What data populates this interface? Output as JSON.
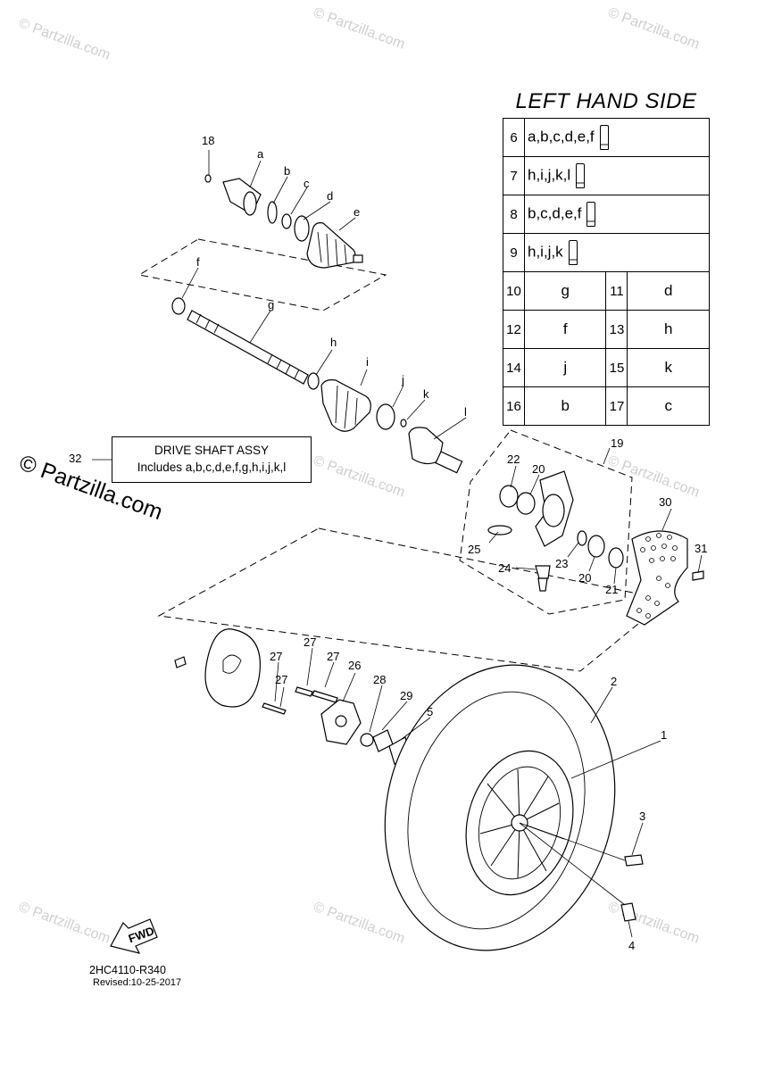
{
  "legend": {
    "title": "LEFT HAND SIDE",
    "wide_rows": [
      {
        "num": "6",
        "parts": "a,b,c,d,e,f"
      },
      {
        "num": "7",
        "parts": "h,i,j,k,l"
      },
      {
        "num": "8",
        "parts": "b,c,d,e,f"
      },
      {
        "num": "9",
        "parts": "h,i,j,k"
      }
    ],
    "pair_rows": [
      {
        "left_num": "10",
        "left_part": "g",
        "right_num": "11",
        "right_part": "d"
      },
      {
        "left_num": "12",
        "left_part": "f",
        "right_num": "13",
        "right_part": "h"
      },
      {
        "left_num": "14",
        "left_part": "j",
        "right_num": "15",
        "right_part": "k"
      },
      {
        "left_num": "16",
        "left_part": "b",
        "right_num": "17",
        "right_part": "c"
      }
    ]
  },
  "assembly": {
    "number": "32",
    "line1": "DRIVE SHAFT ASSY",
    "line2": "Includes a,b,c,d,e,f,g,h,i,j,k,l"
  },
  "callouts": {
    "n1": "1",
    "n2": "2",
    "n3": "3",
    "n4": "4",
    "n5": "5",
    "n18": "18",
    "n19": "19",
    "n20a": "20",
    "n20b": "20",
    "n21": "21",
    "n22": "22",
    "n23": "23",
    "n24": "24",
    "n25": "25",
    "n26": "26",
    "n27a": "27",
    "n27b": "27",
    "n27c": "27",
    "n28": "28",
    "n29": "29",
    "n30": "30",
    "n31": "31",
    "a": "a",
    "b": "b",
    "c": "c",
    "d": "d",
    "e": "e",
    "f": "f",
    "g": "g",
    "h": "h",
    "i": "i",
    "j": "j",
    "k": "k",
    "l": "l"
  },
  "fwd_label": "FWD",
  "watermark": "© Partzilla.com",
  "drawing_code": "2HC4110-R340",
  "revised": "Revised:10-25-2017"
}
